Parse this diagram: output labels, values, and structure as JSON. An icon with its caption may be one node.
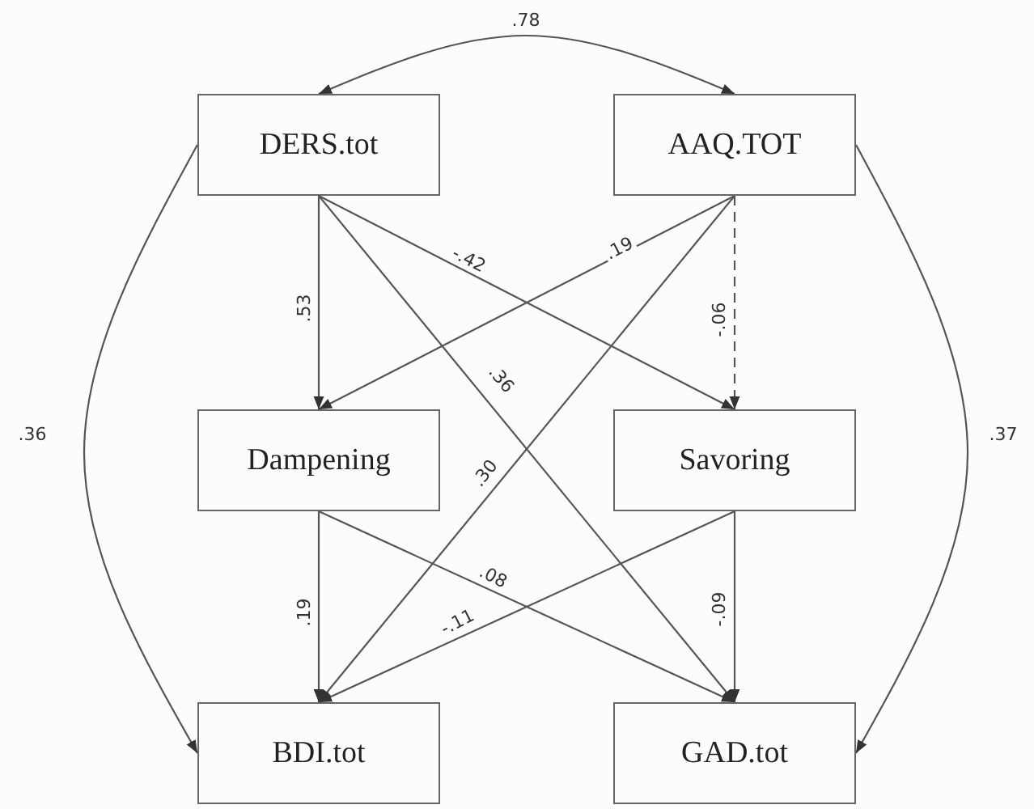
{
  "diagram": {
    "nodes": [
      {
        "text": [
          "DERS.tot"
        ]
      },
      {
        "text": [
          "AAQ.TOT"
        ]
      },
      {
        "text": [
          "Dampening"
        ]
      },
      {
        "text": [
          "Savoring"
        ]
      },
      {
        "text": [
          "BDI.tot"
        ]
      },
      {
        "text": [
          "GAD.tot"
        ]
      }
    ],
    "edges": [
      {
        "from": 0,
        "to": 1,
        "arrow": "both",
        "label": ".78"
      },
      {
        "from": 0,
        "to": 2,
        "arrow": "to",
        "label": ".53"
      },
      {
        "from": 0,
        "to": 3,
        "arrow": "to",
        "label": "-.42"
      },
      {
        "from": 0,
        "to": 5,
        "arrow": "to",
        "label": ".36"
      },
      {
        "from": 1,
        "to": 2,
        "arrow": "to",
        "label": ".19"
      },
      {
        "from": 1,
        "to": 3,
        "arrow": "to",
        "label": "-.06",
        "style": "dashed"
      },
      {
        "from": 1,
        "to": 4,
        "arrow": "to",
        "label": ".30"
      },
      {
        "from": 2,
        "to": 4,
        "arrow": "to",
        "label": ".19"
      },
      {
        "from": 2,
        "to": 5,
        "arrow": "to",
        "label": ".08"
      },
      {
        "from": 3,
        "to": 4,
        "arrow": "to",
        "label": "-.11"
      },
      {
        "from": 3,
        "to": 5,
        "arrow": "to",
        "label": "-.09"
      },
      {
        "from": 0,
        "to": 4,
        "arrow": "to",
        "label": ".36"
      },
      {
        "from": 1,
        "to": 5,
        "arrow": "to",
        "label": ".37"
      }
    ]
  }
}
